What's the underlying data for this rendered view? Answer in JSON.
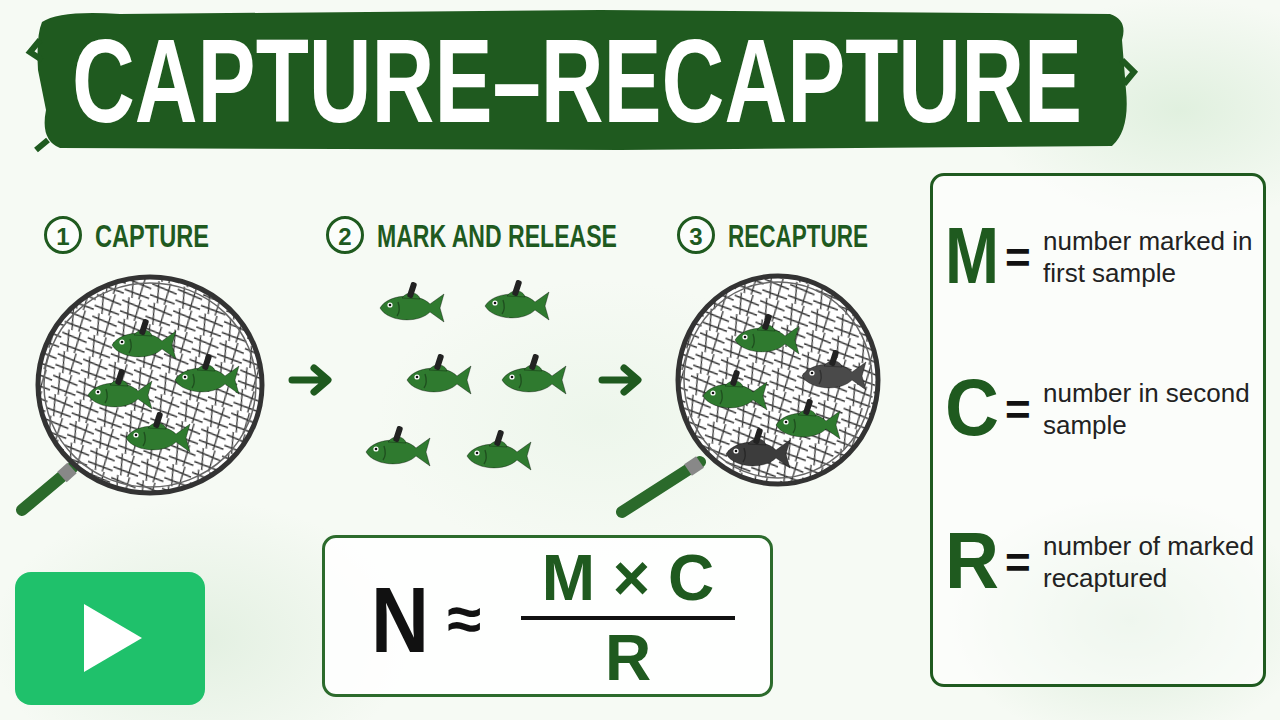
{
  "diagram": {
    "title": "CAPTURE–RECAPTURE",
    "nodes": [
      {
        "text": [
          "1",
          "CAPTURE"
        ]
      },
      {
        "text": [
          "2",
          "MARK AND RELEASE"
        ]
      },
      {
        "text": [
          "3",
          "RECAPTURE"
        ]
      },
      {
        "text": [
          "N",
          "≈",
          "M × C",
          "R"
        ]
      },
      {
        "text": [
          "M",
          "=",
          "number marked in first sample",
          "C",
          "=",
          "number in second sample",
          "R",
          "=",
          "number of marked recaptured"
        ]
      }
    ]
  }
}
